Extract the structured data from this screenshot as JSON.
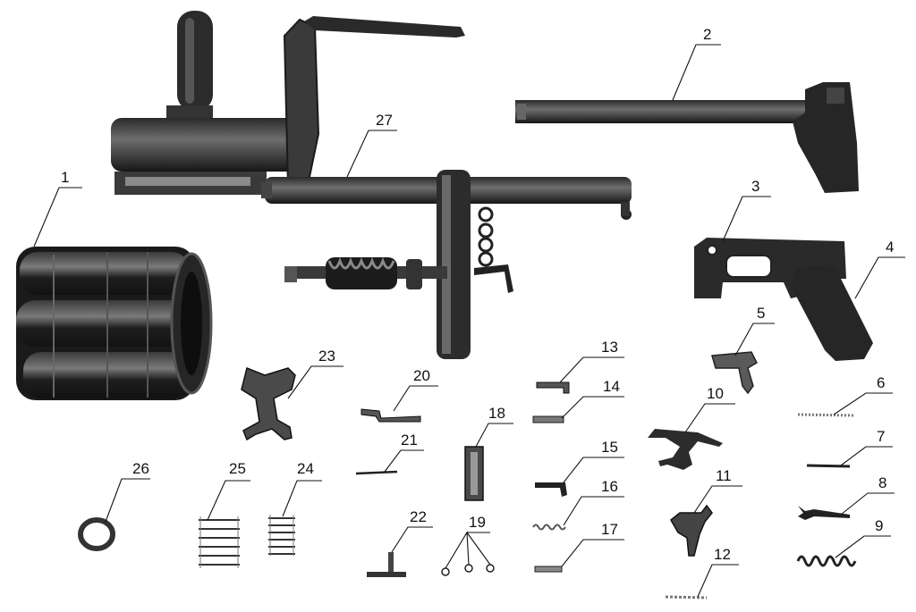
{
  "diagram": {
    "type": "exploded-parts-view",
    "callouts": [
      {
        "id": "part-1",
        "label": "1"
      },
      {
        "id": "part-2",
        "label": "2"
      },
      {
        "id": "part-3",
        "label": "3"
      },
      {
        "id": "part-4",
        "label": "4"
      },
      {
        "id": "part-5",
        "label": "5"
      },
      {
        "id": "part-6",
        "label": "6"
      },
      {
        "id": "part-7",
        "label": "7"
      },
      {
        "id": "part-8",
        "label": "8"
      },
      {
        "id": "part-9",
        "label": "9"
      },
      {
        "id": "part-10",
        "label": "10"
      },
      {
        "id": "part-11",
        "label": "11"
      },
      {
        "id": "part-12",
        "label": "12"
      },
      {
        "id": "part-13",
        "label": "13"
      },
      {
        "id": "part-14",
        "label": "14"
      },
      {
        "id": "part-15",
        "label": "15"
      },
      {
        "id": "part-16",
        "label": "16"
      },
      {
        "id": "part-17",
        "label": "17"
      },
      {
        "id": "part-18",
        "label": "18"
      },
      {
        "id": "part-19",
        "label": "19"
      },
      {
        "id": "part-20",
        "label": "20"
      },
      {
        "id": "part-21",
        "label": "21"
      },
      {
        "id": "part-22",
        "label": "22"
      },
      {
        "id": "part-23",
        "label": "23"
      },
      {
        "id": "part-24",
        "label": "24"
      },
      {
        "id": "part-25",
        "label": "25"
      },
      {
        "id": "part-26",
        "label": "26"
      },
      {
        "id": "part-27",
        "label": "27"
      }
    ]
  },
  "colors": {
    "ink": "#111111",
    "metal_dark": "#2a2a2a",
    "metal_mid": "#5a5a5a",
    "metal_light": "#9a9a9a"
  }
}
